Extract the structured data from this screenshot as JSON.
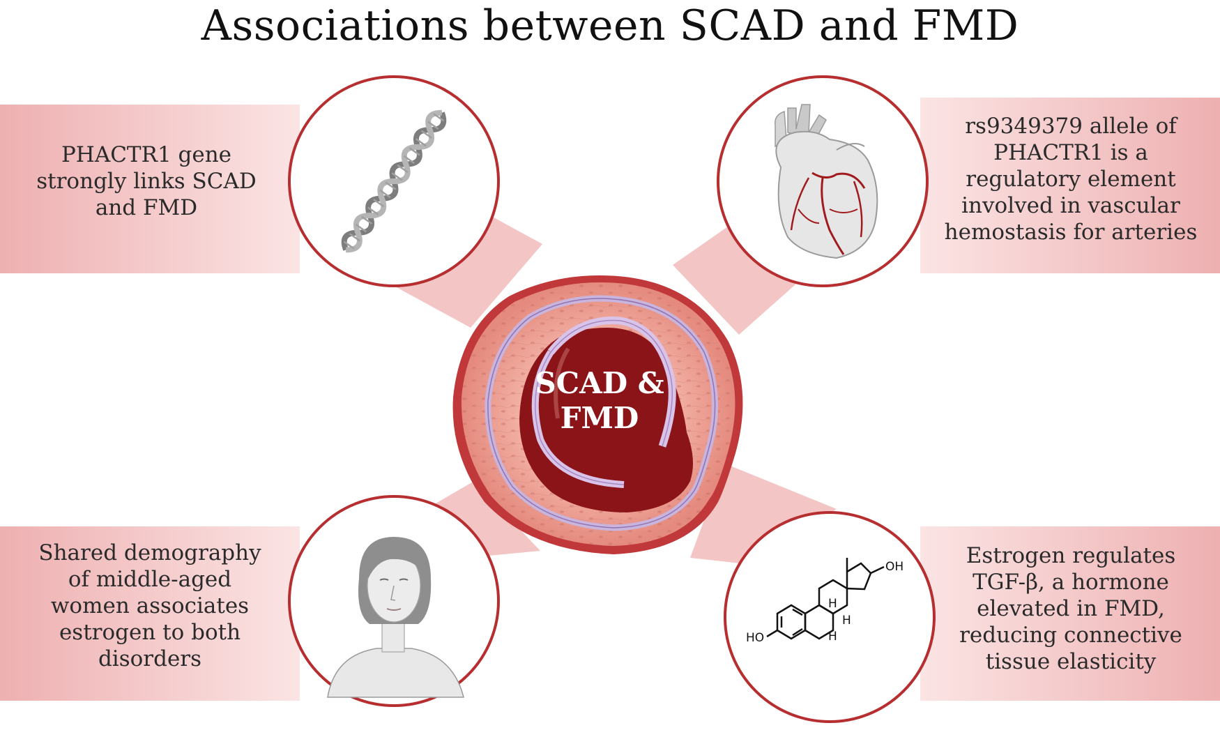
{
  "title": "Associations between SCAD and FMD",
  "center_label": {
    "line1": "SCAD &",
    "line2": "FMD"
  },
  "panels": {
    "top_left": {
      "icon": "dna-icon",
      "lines": [
        "PHACTR1 gene",
        "strongly links SCAD",
        "and FMD"
      ]
    },
    "top_right": {
      "icon": "heart-icon",
      "lines": [
        "rs9349379 allele of",
        "PHACTR1 is a",
        "regulatory element",
        "involved in vascular",
        "hemostasis for arteries"
      ]
    },
    "bottom_left": {
      "icon": "woman-icon",
      "lines": [
        "Shared demography",
        "of middle-aged",
        "women associates",
        "estrogen to both",
        "disorders"
      ]
    },
    "bottom_right": {
      "icon": "estrogen-molecule-icon",
      "lines": [
        "Estrogen regulates",
        "TGF-β, a hormone",
        "elevated in FMD,",
        "reducing connective",
        "tissue elasticity"
      ],
      "molecule_labels": {
        "oh_top": "OH",
        "ho_left": "HO",
        "h1": "H",
        "h2": "H",
        "h3": "H"
      }
    }
  },
  "colors": {
    "accent": "#b72e30",
    "panel": "#f0b3b3",
    "panel_light": "#fbe3e3",
    "lumen": "#8b1418",
    "muscle": "#e9998e",
    "intima": "#c9b4dd"
  }
}
